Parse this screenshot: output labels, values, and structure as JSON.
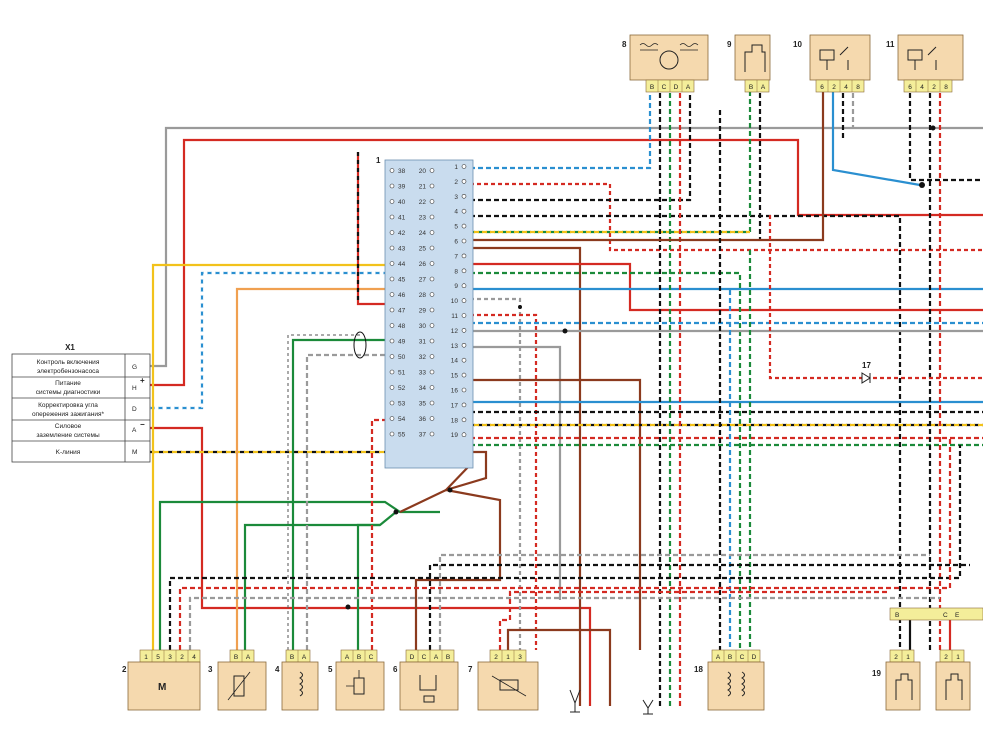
{
  "x1": {
    "title": "X1",
    "rows": [
      {
        "label1": "Контроль включения",
        "label2": "электробензонасоса",
        "pin": "G"
      },
      {
        "label1": "Питание",
        "label2": "системы диагностики",
        "pin": "H"
      },
      {
        "label1": "Корректировка угла",
        "label2": "опережения зажигания*",
        "pin": "D"
      },
      {
        "label1": "Силовое",
        "label2": "заземление системы",
        "pin": "A"
      },
      {
        "label1": "K-линия",
        "label2": "",
        "pin": "M"
      }
    ],
    "plus": "+",
    "minus": "−"
  },
  "ecu": {
    "number": "1",
    "left_pins": [
      "38",
      "39",
      "40",
      "41",
      "42",
      "43",
      "44",
      "45",
      "46",
      "47",
      "48",
      "49",
      "50",
      "51",
      "52",
      "53",
      "54",
      "55"
    ],
    "mid_pins": [
      "20",
      "21",
      "22",
      "23",
      "24",
      "25",
      "26",
      "27",
      "28",
      "29",
      "30",
      "31",
      "32",
      "33",
      "34",
      "35",
      "36",
      "37"
    ],
    "right_pins": [
      "1",
      "2",
      "3",
      "4",
      "5",
      "6",
      "7",
      "8",
      "9",
      "10",
      "11",
      "12",
      "13",
      "14",
      "15",
      "16",
      "17",
      "18",
      "19"
    ]
  },
  "components_top": [
    {
      "number": "8",
      "pins": [
        "B",
        "C",
        "D",
        "A"
      ]
    },
    {
      "number": "9",
      "pins": [
        "B",
        "A"
      ]
    },
    {
      "number": "10",
      "pins": [
        "6",
        "2",
        "4",
        "8"
      ]
    },
    {
      "number": "11",
      "pins": [
        "6",
        "4",
        "2",
        "8"
      ]
    }
  ],
  "components_bottom": [
    {
      "number": "2",
      "pins": [
        "1",
        "5",
        "3",
        "2",
        "4"
      ],
      "body": "M"
    },
    {
      "number": "3",
      "pins": [
        "B",
        "A"
      ],
      "body": ""
    },
    {
      "number": "4",
      "pins": [
        "B",
        "A"
      ],
      "body": ""
    },
    {
      "number": "5",
      "pins": [
        "A",
        "B",
        "C"
      ],
      "body": ""
    },
    {
      "number": "6",
      "pins": [
        "D",
        "C",
        "A",
        "B"
      ],
      "body": ""
    },
    {
      "number": "7",
      "pins": [
        "2",
        "1",
        "3"
      ],
      "body": ""
    },
    {
      "number": "18",
      "pins": [
        "A",
        "B",
        "C",
        "D"
      ],
      "body": ""
    },
    {
      "number": "19",
      "pins": [
        "2",
        "1"
      ],
      "body": ""
    },
    {
      "number": "",
      "pins": [
        "2",
        "1"
      ],
      "body": ""
    }
  ],
  "diode": {
    "number": "17"
  },
  "bus": {
    "labels": [
      "B",
      "C",
      "E"
    ]
  },
  "colors": {
    "red": "#d42a22",
    "brown": "#8b3a1e",
    "green": "#1b8a3a",
    "blue": "#2a8fd0",
    "yellow": "#f2c21b",
    "orange": "#f0a050",
    "gray": "#9a9a9a",
    "black": "#111111",
    "pink": "#e8a0c0",
    "violet": "#9a5fb8",
    "ecu_fill": "#c9dcee",
    "comp_fill": "#f5d9ae",
    "conn_fill": "#f4ee9a"
  }
}
